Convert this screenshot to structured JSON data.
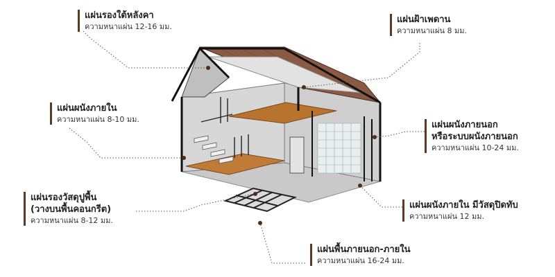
{
  "labels": [
    {
      "key": "roof-underlay",
      "title": "แผ่นรองใต้หลังคา",
      "sub": "ความหนาแผ่น 12-16 มม."
    },
    {
      "key": "ceiling",
      "title": "แผ่นฝ้าเพดาน",
      "sub": "ความหนาแผ่น 8 มม."
    },
    {
      "key": "interior-wall",
      "title": "แผ่นผนังภายใน",
      "sub": "ความหนาแผ่น 8-10 มม."
    },
    {
      "key": "exterior-wall",
      "title": "แผ่นผนังภายนอก",
      "title2": "หรือระบบผนังภายนอก",
      "sub": "ความหนาแผ่น 10-24 มม."
    },
    {
      "key": "floor-underlay",
      "title": "แผ่นรองวัสดุปูพื้น",
      "title2": "(วางบนพื้นคอนกรีต)",
      "sub": "ความหนาแผ่น 8-12 มม."
    },
    {
      "key": "interior-wall-clad",
      "title": "แผ่นผนังภายใน มีวัสดุปิดทับ",
      "sub": "ความหนาแผ่น 12 มม."
    },
    {
      "key": "floor",
      "title": "แผ่นพื้นภายนอก-ภายใน",
      "sub": "ความหนาแผ่น 16-24 มม."
    }
  ],
  "colors": {
    "accent": "#5a3a22",
    "roof": "#8b5a45",
    "wood": "#b8732f"
  }
}
